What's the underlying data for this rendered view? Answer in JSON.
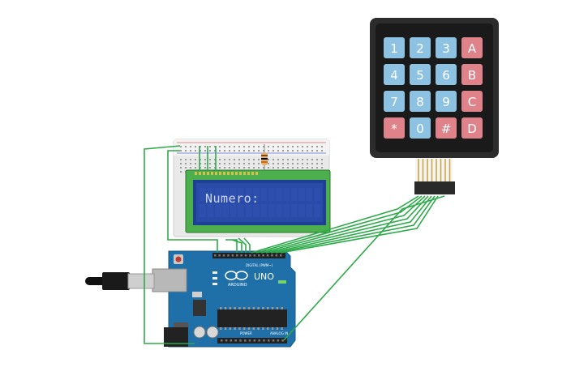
{
  "keypad": {
    "keys": [
      {
        "label": "1",
        "kind": "num"
      },
      {
        "label": "2",
        "kind": "num"
      },
      {
        "label": "3",
        "kind": "num"
      },
      {
        "label": "A",
        "kind": "letter"
      },
      {
        "label": "4",
        "kind": "num"
      },
      {
        "label": "5",
        "kind": "num"
      },
      {
        "label": "6",
        "kind": "num"
      },
      {
        "label": "B",
        "kind": "letter"
      },
      {
        "label": "7",
        "kind": "num"
      },
      {
        "label": "8",
        "kind": "num"
      },
      {
        "label": "9",
        "kind": "num"
      },
      {
        "label": "C",
        "kind": "letter"
      },
      {
        "label": "*",
        "kind": "letter"
      },
      {
        "label": "0",
        "kind": "num"
      },
      {
        "label": "#",
        "kind": "letter"
      },
      {
        "label": "D",
        "kind": "letter"
      }
    ]
  },
  "lcd": {
    "text": "Numero:"
  },
  "arduino": {
    "model": "UNO",
    "brand": "ARDUINO",
    "digital_label": "DIGITAL (PWM~)",
    "power_label": "POWER",
    "analog_label": "ANALOG IN"
  },
  "colors": {
    "wire": "#2eaa4a",
    "board": "#1f6fa8",
    "keypad_num": "#8dc2e2",
    "keypad_letter": "#e0828a",
    "lcd_frame": "#4cae4c",
    "lcd_screen": "#2a4aa8"
  }
}
